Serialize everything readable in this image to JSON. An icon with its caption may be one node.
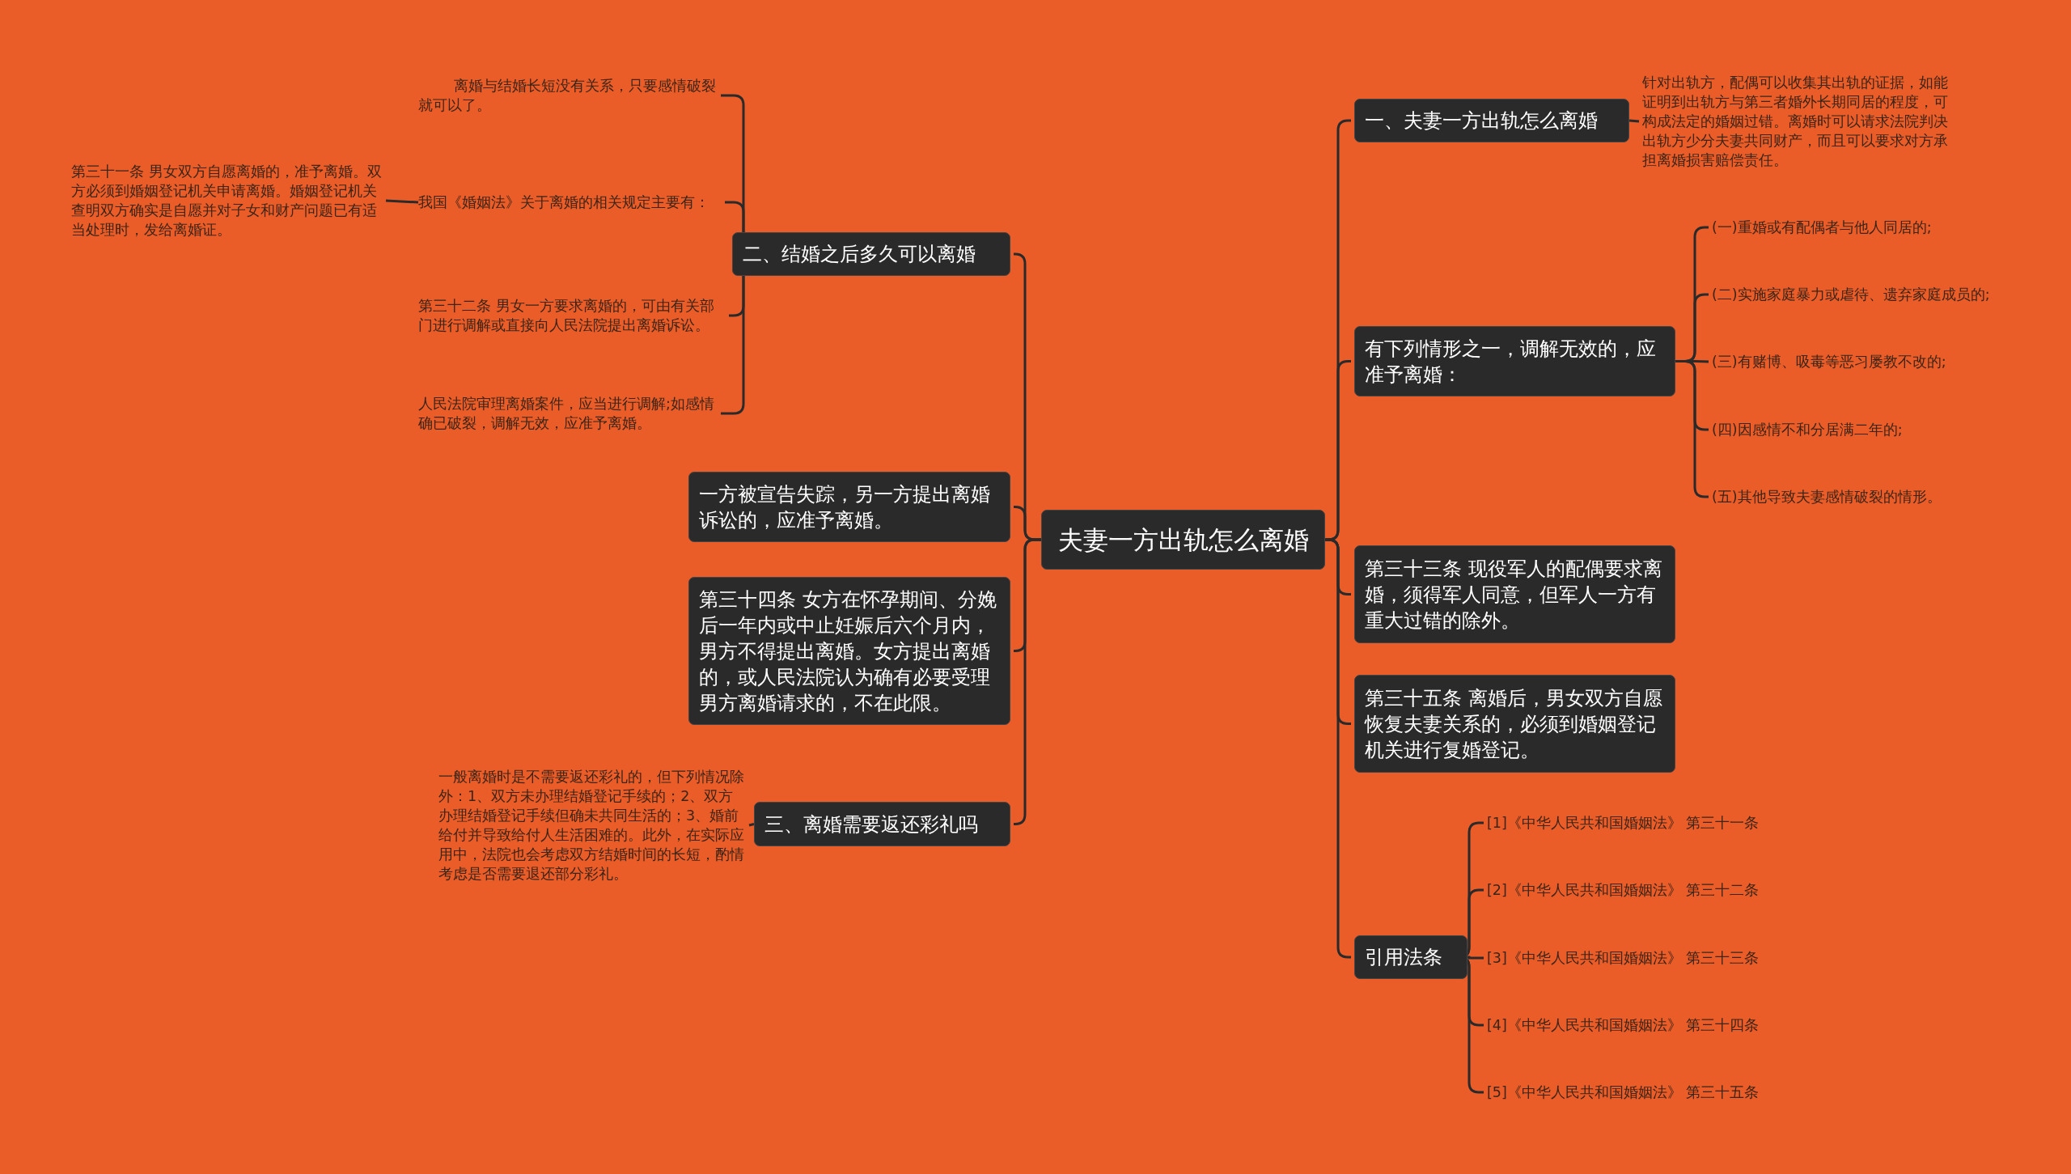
{
  "diagram": {
    "nodes": [
      {
        "text": [
          "夫妻一方出轨怎么离婚"
        ]
      },
      {
        "text": [
          "一、夫妻一方出轨怎么离婚"
        ]
      },
      {
        "text": [
          "针对出轨方，配偶可以收集其出轨的证据，如能证明到出轨方与第三者婚外长期同居的程度，可构成法定的婚姻过错。离婚时可以请求法院判决出轨方少分夫妻共同财产，而且可以要求对方承担离婚损害赔偿责任。"
        ]
      },
      {
        "text": [
          "有下列情形之一，调解无效的，应准予离婚："
        ]
      },
      {
        "text": [
          "(一)重婚或有配偶者与他人同居的;"
        ]
      },
      {
        "text": [
          "(二)实施家庭暴力或虐待、遗弃家庭成员的;"
        ]
      },
      {
        "text": [
          "(三)有赌博、吸毒等恶习屡教不改的;"
        ]
      },
      {
        "text": [
          "(四)因感情不和分居满二年的;"
        ]
      },
      {
        "text": [
          "(五)其他导致夫妻感情破裂的情形。"
        ]
      },
      {
        "text": [
          "第三十三条 现役军人的配偶要求离婚，须得军人同意，但军人一方有重大过错的除外。"
        ]
      },
      {
        "text": [
          "第三十五条 离婚后，男女双方自愿恢复夫妻关系的，必须到婚姻登记机关进行复婚登记。"
        ]
      },
      {
        "text": [
          "引用法条"
        ]
      },
      {
        "text": [
          "[1]《中华人民共和国婚姻法》 第三十一条"
        ]
      },
      {
        "text": [
          "[2]《中华人民共和国婚姻法》 第三十二条"
        ]
      },
      {
        "text": [
          "[3]《中华人民共和国婚姻法》 第三十三条"
        ]
      },
      {
        "text": [
          "[4]《中华人民共和国婚姻法》 第三十四条"
        ]
      },
      {
        "text": [
          "[5]《中华人民共和国婚姻法》 第三十五条"
        ]
      },
      {
        "text": [
          "二、结婚之后多久可以离婚"
        ]
      },
      {
        "text": [
          "离婚与结婚长短没有关系，只要感情破裂就可以了。"
        ]
      },
      {
        "text": [
          "我国《婚姻法》关于离婚的相关规定主要有："
        ]
      },
      {
        "text": [
          "第三十一条 男女双方自愿离婚的，准予离婚。双方必须到婚姻登记机关申请离婚。婚姻登记机关查明双方确实是自愿并对子女和财产问题已有适当处理时，发给离婚证。"
        ]
      },
      {
        "text": [
          "第三十二条 男女一方要求离婚的，可由有关部门进行调解或直接向人民法院提出离婚诉讼。"
        ]
      },
      {
        "text": [
          "人民法院审理离婚案件，应当进行调解;如感情确已破裂，调解无效，应准予离婚。"
        ]
      },
      {
        "text": [
          "一方被宣告失踪，另一方提出离婚诉讼的，应准予离婚。"
        ]
      },
      {
        "text": [
          "第三十四条 女方在怀孕期间、分娩后一年内或中止妊娠后六个月内，男方不得提出离婚。女方提出离婚的，或人民法院认为确有必要受理男方离婚请求的，不在此限。"
        ]
      },
      {
        "text": [
          "三、离婚需要返还彩礼吗"
        ]
      },
      {
        "text": [
          "一般离婚时是不需要返还彩礼的，但下列情况除外：1、双方未办理结婚登记手续的；2、双方办理结婚登记手续但确未共同生活的；3、婚前给付并导致给付人生活困难的。此外，在实际应用中，法院也会考虑双方结婚时间的长短，酌情考虑是否需要退还部分彩礼。"
        ]
      }
    ],
    "edges": [
      {
        "from": 0,
        "to": 1,
        "arrow": "none"
      },
      {
        "from": 1,
        "to": 2,
        "arrow": "none"
      },
      {
        "from": 0,
        "to": 3,
        "arrow": "none"
      },
      {
        "from": 3,
        "to": 4,
        "arrow": "none"
      },
      {
        "from": 3,
        "to": 5,
        "arrow": "none"
      },
      {
        "from": 3,
        "to": 6,
        "arrow": "none"
      },
      {
        "from": 3,
        "to": 7,
        "arrow": "none"
      },
      {
        "from": 3,
        "to": 8,
        "arrow": "none"
      },
      {
        "from": 0,
        "to": 9,
        "arrow": "none"
      },
      {
        "from": 0,
        "to": 10,
        "arrow": "none"
      },
      {
        "from": 0,
        "to": 11,
        "arrow": "none"
      },
      {
        "from": 11,
        "to": 12,
        "arrow": "none"
      },
      {
        "from": 11,
        "to": 13,
        "arrow": "none"
      },
      {
        "from": 11,
        "to": 14,
        "arrow": "none"
      },
      {
        "from": 11,
        "to": 15,
        "arrow": "none"
      },
      {
        "from": 11,
        "to": 16,
        "arrow": "none"
      },
      {
        "from": 0,
        "to": 17,
        "arrow": "none"
      },
      {
        "from": 17,
        "to": 18,
        "arrow": "none"
      },
      {
        "from": 17,
        "to": 19,
        "arrow": "none"
      },
      {
        "from": 19,
        "to": 20,
        "arrow": "none"
      },
      {
        "from": 17,
        "to": 21,
        "arrow": "none"
      },
      {
        "from": 17,
        "to": 22,
        "arrow": "none"
      },
      {
        "from": 0,
        "to": 23,
        "arrow": "none"
      },
      {
        "from": 0,
        "to": 24,
        "arrow": "none"
      },
      {
        "from": 0,
        "to": 25,
        "arrow": "none"
      },
      {
        "from": 25,
        "to": 26,
        "arrow": "none"
      }
    ]
  }
}
